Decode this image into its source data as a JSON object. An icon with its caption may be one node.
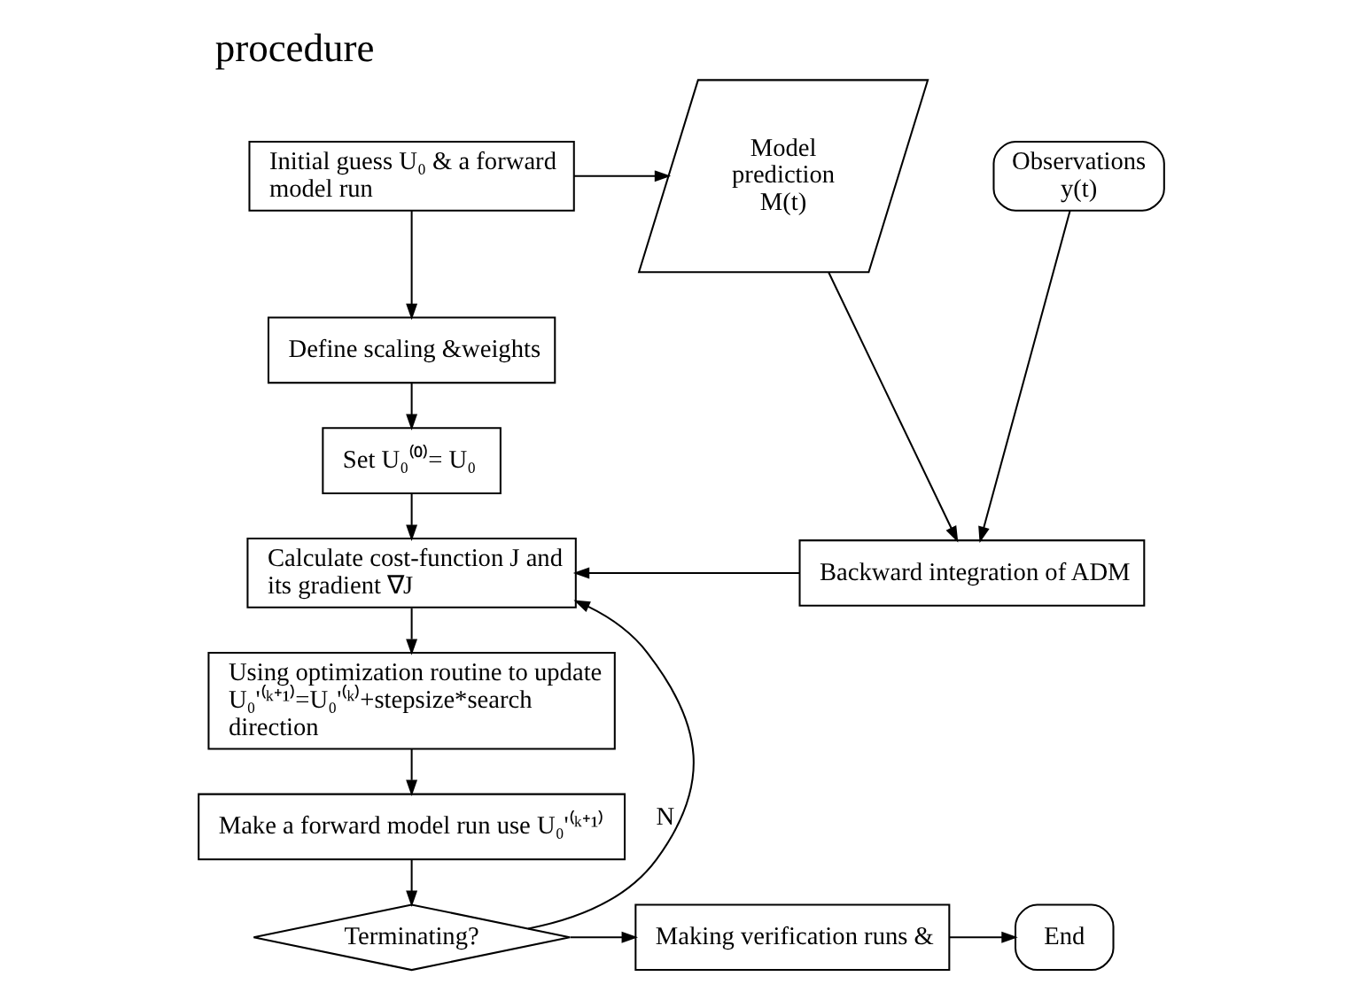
{
  "diagram": {
    "title": "procedure",
    "nodes": [
      {
        "text": [
          "Initial guess U₀ & a forward model run"
        ]
      },
      {
        "text": [
          "Define scaling &weights"
        ]
      },
      {
        "text": [
          "Set U₀⁽⁰⁾= U₀"
        ]
      },
      {
        "text": [
          "Calculate cost-function J and its gradient ∇J"
        ]
      },
      {
        "text": [
          "Using optimization routine to update U₀'⁽ᵏ⁺¹⁾=U₀'⁽ᵏ⁾+stepsize*search direction"
        ]
      },
      {
        "text": [
          "Make a forward model run use U₀'⁽ᵏ⁺¹⁾"
        ]
      },
      {
        "text": [
          "Terminating?"
        ]
      },
      {
        "text": [
          "Making verification runs &"
        ]
      },
      {
        "text": [
          "End"
        ]
      },
      {
        "text": [
          "Model prediction M(t)"
        ]
      },
      {
        "text": [
          "Observations y(t)"
        ]
      },
      {
        "text": [
          "Backward integration of ADM"
        ]
      }
    ],
    "edges": [
      {
        "from": 0,
        "to": 1,
        "arrow": "to"
      },
      {
        "from": 1,
        "to": 2,
        "arrow": "to"
      },
      {
        "from": 2,
        "to": 3,
        "arrow": "to"
      },
      {
        "from": 3,
        "to": 4,
        "arrow": "to"
      },
      {
        "from": 4,
        "to": 5,
        "arrow": "to"
      },
      {
        "from": 5,
        "to": 6,
        "arrow": "to"
      },
      {
        "from": 6,
        "to": 3,
        "arrow": "to",
        "label": "N"
      },
      {
        "from": 6,
        "to": 7,
        "arrow": "to"
      },
      {
        "from": 7,
        "to": 8,
        "arrow": "to"
      },
      {
        "from": 0,
        "to": 9,
        "arrow": "to"
      },
      {
        "from": 9,
        "to": 11,
        "arrow": "to"
      },
      {
        "from": 10,
        "to": 11,
        "arrow": "to"
      },
      {
        "from": 11,
        "to": 3,
        "arrow": "to"
      }
    ]
  }
}
